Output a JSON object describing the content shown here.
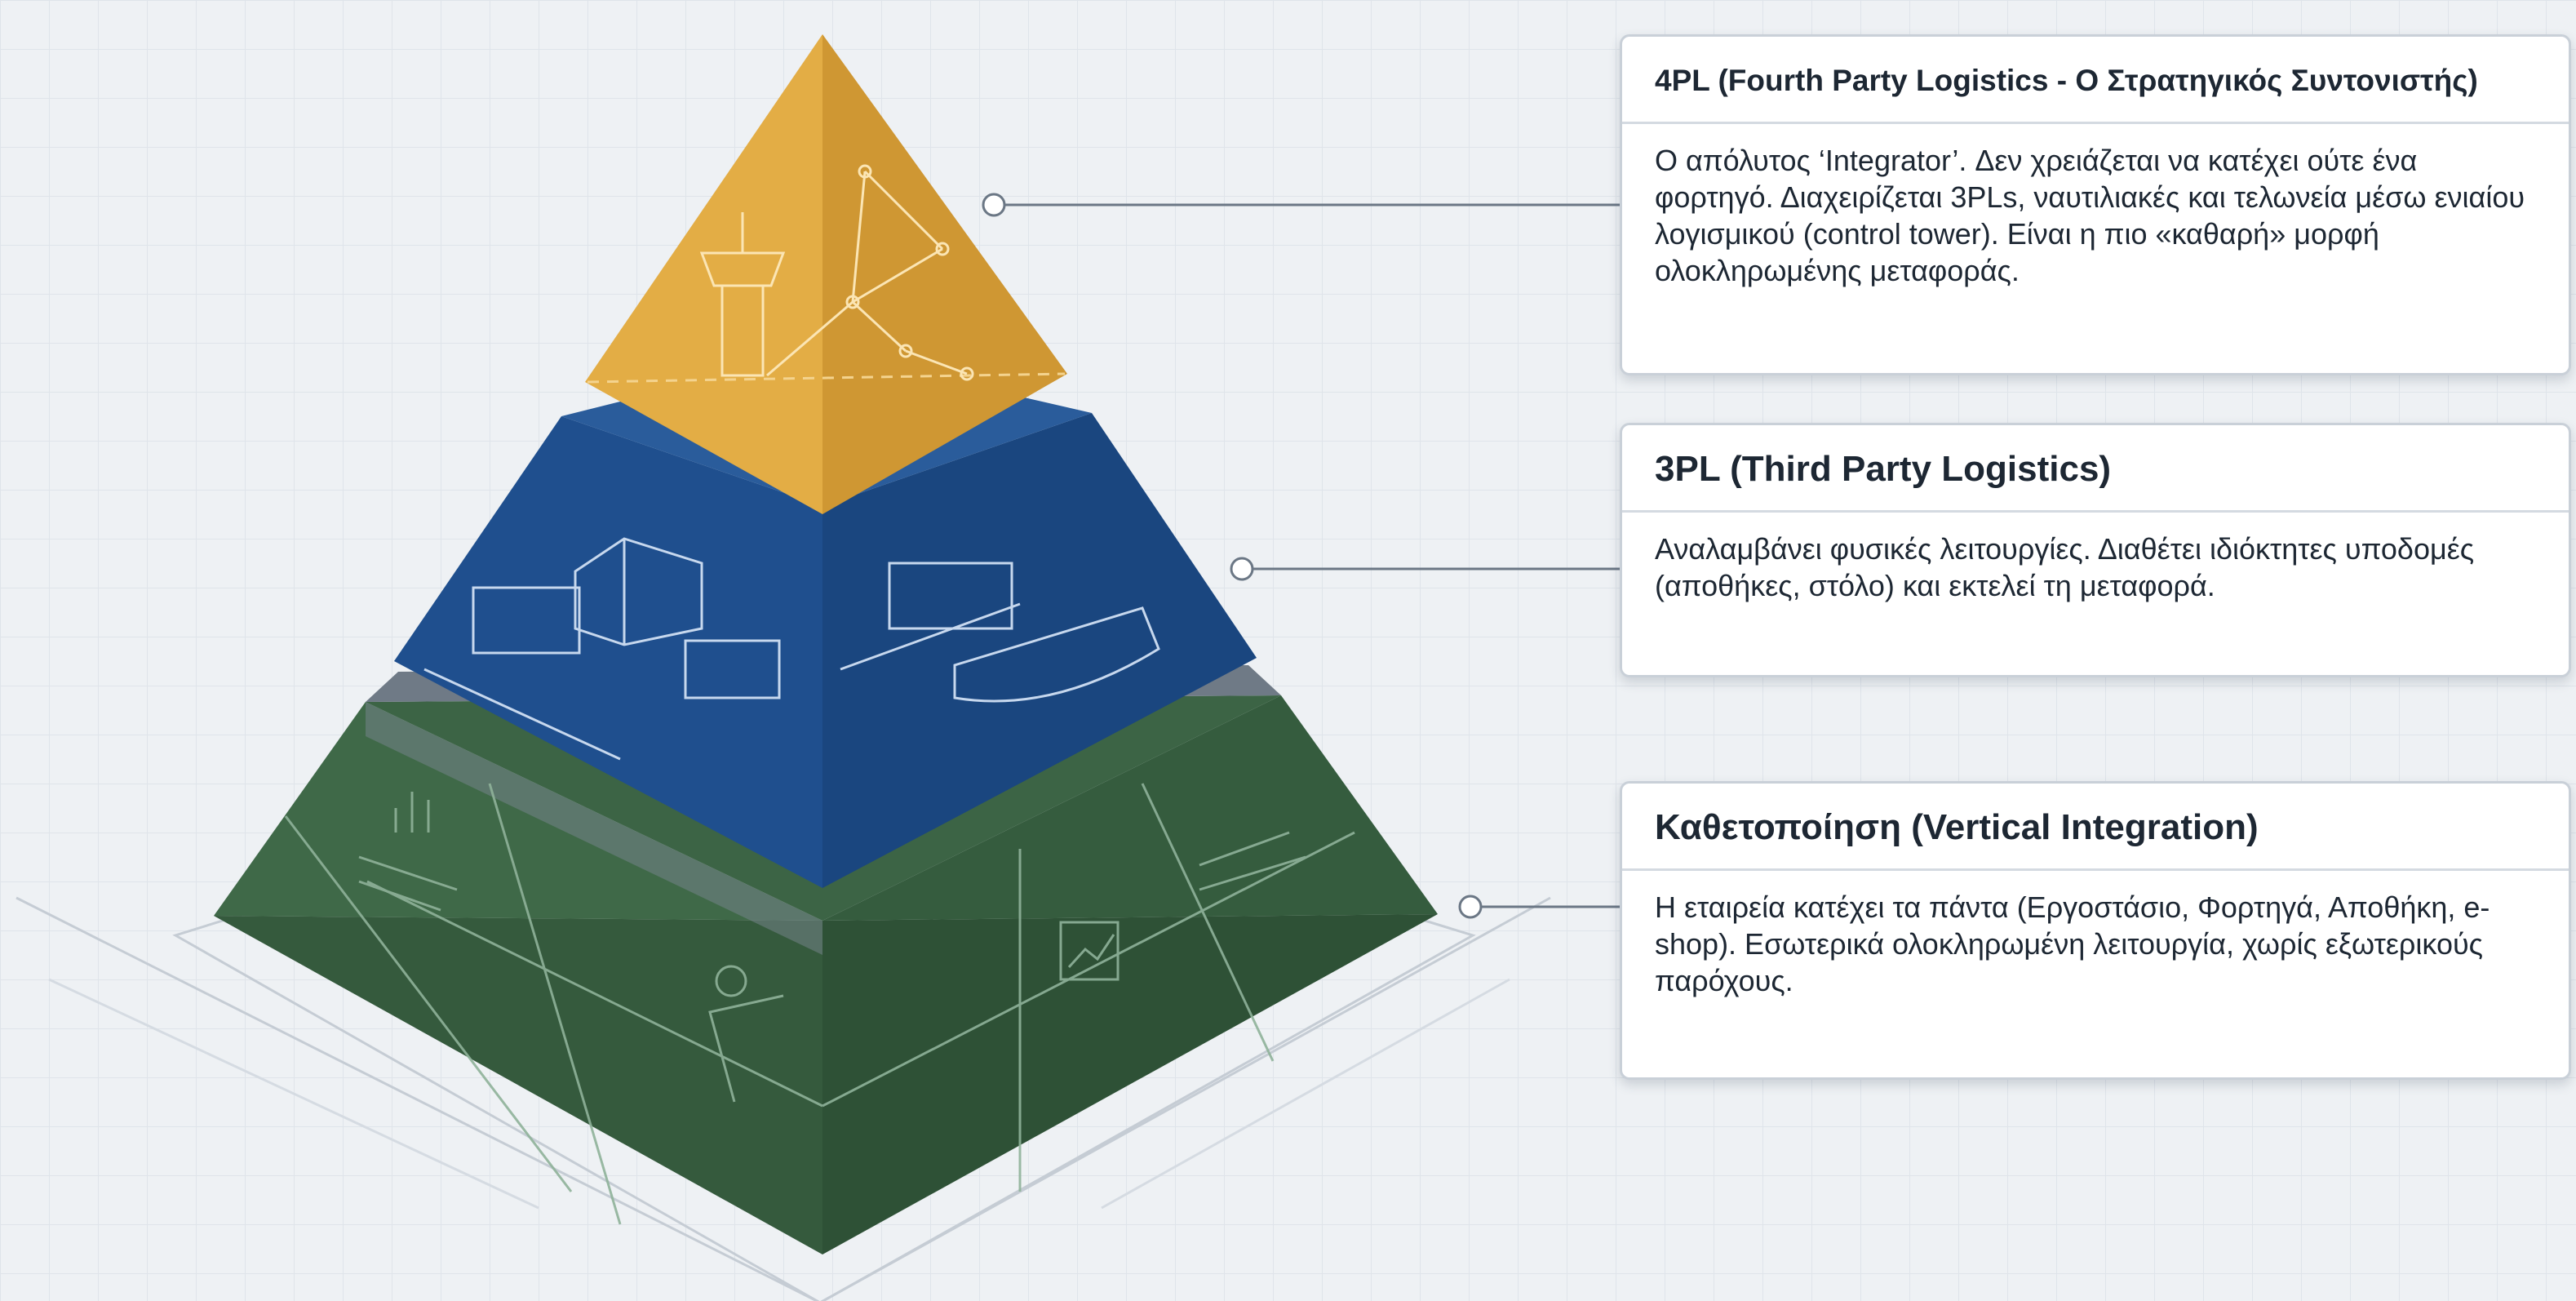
{
  "tiers": [
    {
      "title": "4PL (Fourth Party Logistics - Ο Στρατηγικός Συντονιστής)",
      "description": "Ο απόλυτος ‘Integrator’. Δεν χρειάζεται να κατέχει ούτε ένα φορτηγό. Διαχειρίζεται 3PLs, ναυτιλιακές και τελωνεία μέσω ενιαίου λογισμικού (control tower). Είναι η πιο «καθαρή» μορφή ολοκληρωμένης μεταφοράς.",
      "color": "#dba43a",
      "icon": "control-tower-network-icon"
    },
    {
      "title": "3PL (Third Party Logistics)",
      "description": "Αναλαμβάνει φυσικές λειτουργίες. Διαθέτει ιδιόκτητες υποδομές (αποθήκες, στόλο) και εκτελεί τη μεταφορά.",
      "color": "#1e4f8e",
      "icon": "warehouse-truck-ship-icon"
    },
    {
      "title": "Καθετοποίηση (Vertical Integration)",
      "description": "Η εταιρεία κατέχει τα πάντα (Εργοστάσιο, Φορτηγά, Αποθήκη, e-shop). Εσωτερικά ολοκληρωμένη λειτουργία, χωρίς εξωτερικούς παρόχους.",
      "color": "#3e6848",
      "icon": "factory-chart-gear-icon"
    }
  ],
  "colors": {
    "background": "#eef1f4",
    "connector": "#6b7785",
    "card_border": "#c9d0d8"
  }
}
